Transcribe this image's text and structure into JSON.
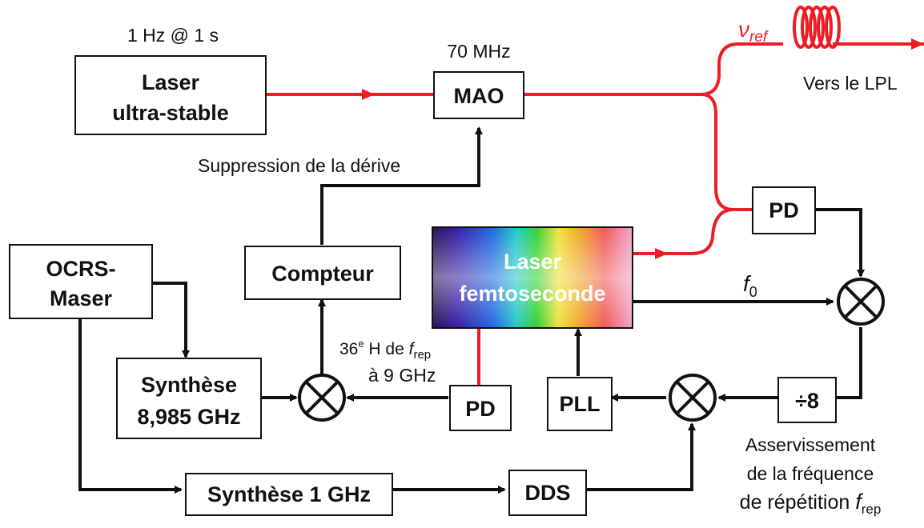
{
  "blocks": {
    "laser_us": {
      "line1": "Laser",
      "line2": "ultra-stable",
      "annotation": "1 Hz @ 1 s"
    },
    "mao": {
      "label": "MAO",
      "annotation": "70 MHz"
    },
    "femto": {
      "line1": "Laser",
      "line2": "femtoseconde"
    },
    "maser": {
      "line1": "OCRS-",
      "line2": "Maser"
    },
    "compteur": {
      "label": "Compteur"
    },
    "synth_8985": {
      "line1": "Synthèse",
      "line2": "8,985 GHz"
    },
    "synth_1g": {
      "label": "Synthèse 1 GHz"
    },
    "dds": {
      "label": "DDS"
    },
    "pd_top": {
      "label": "PD"
    },
    "pd_bottom": {
      "label": "PD"
    },
    "pll": {
      "label": "PLL"
    },
    "divider": {
      "label": "÷8"
    }
  },
  "labels": {
    "nu_ref_base": "ν",
    "nu_ref_sub": "ref",
    "vers_lpl": "Vers le LPL",
    "suppression": "Suppression de la dérive",
    "f0_base": "f",
    "f0_sub": "0",
    "harm_pre": "36",
    "harm_sup": "e",
    "harm_mid": " H de ",
    "harm_f": "f",
    "harm_sub": "rep",
    "harm_line2": "à 9 GHz",
    "asserv_line1": "Asservissement",
    "asserv_line2": "de la fréquence",
    "asserv_line3": "de répétition ",
    "asserv_f": "f",
    "asserv_sub": "rep"
  },
  "colors": {
    "optical_path": "#ee1c24",
    "electrical_path": "#111111",
    "femto_spectrum": [
      "#1a0a4a",
      "#3010a0",
      "#1460e0",
      "#18c8c8",
      "#28d028",
      "#f0e030",
      "#f0a020",
      "#f05050",
      "#f0a0c8"
    ]
  },
  "icons": [
    "mixer-icon",
    "fiber-coil-icon",
    "arrow-icon"
  ]
}
